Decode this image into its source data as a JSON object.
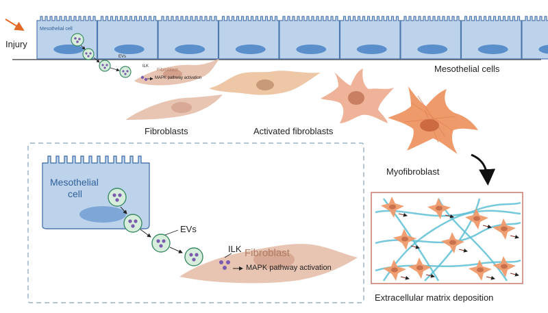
{
  "colors": {
    "mesothelial_fill": "#bdd3ec",
    "mesothelial_stroke": "#4f79ad",
    "nucleus": "#5b8fcb",
    "fibroblast": "#e8c4b2",
    "activated": "#eec8a6",
    "myofibroblast": "#ef9a6b",
    "ev_fill": "#d8eedc",
    "ev_stroke": "#3a8a64",
    "cargo": "#7b5cae",
    "injury_arrow": "#e06b28",
    "matrix_fiber": "#5dbfd3",
    "ecm_border": "#c97a6c"
  },
  "labels": {
    "injury": "Injury",
    "mesothelial_cells": "Mesothelial cells",
    "fibroblasts": "Fibroblasts",
    "activated_fibroblasts": "Activated fibroblasts",
    "myofibroblast": "Myofibroblast",
    "ecm": "Extracellular matrix deposition"
  },
  "top_detail": {
    "mesothelial_cell": "Mesothelial cell",
    "evs": "EVs",
    "ilk": "ILK",
    "fibroblast": "Fibroblast",
    "mapk": "MAPK pathway activation"
  },
  "inset": {
    "mesothelial_cell_line1": "Mesothelial",
    "mesothelial_cell_line2": "cell",
    "evs": "EVs",
    "ilk": "ILK",
    "fibroblast": "Fibroblast",
    "mapk": "MAPK pathway activation"
  }
}
